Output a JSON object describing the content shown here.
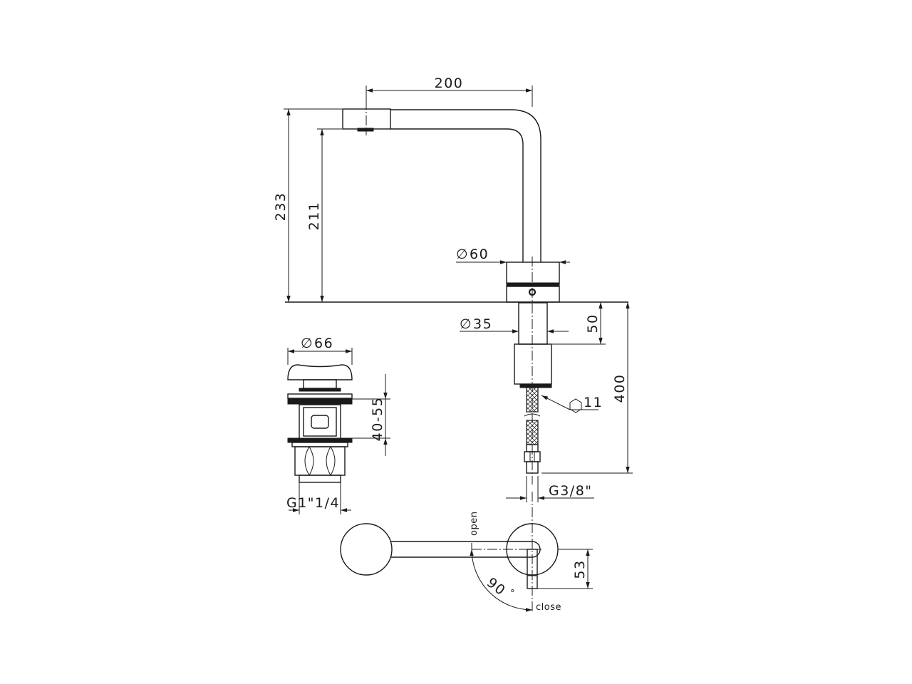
{
  "dimensions": {
    "spout_reach": "200",
    "overall_height": "233",
    "outlet_height": "211",
    "base_diameter": "60",
    "shank_diameter": "35",
    "shank_length": "50",
    "total_length": "400",
    "nut_size": "11",
    "hose_thread": "G3/8\"",
    "waste_diameter": "66",
    "waste_range": "40-55",
    "waste_thread": "G1\"1/4",
    "lever_offset": "53",
    "rotation_angle": "90",
    "degree_symbol": "°"
  },
  "labels": {
    "open": "open",
    "close": "close",
    "diameter_symbol": "∅",
    "hex_symbol": "⬡"
  }
}
